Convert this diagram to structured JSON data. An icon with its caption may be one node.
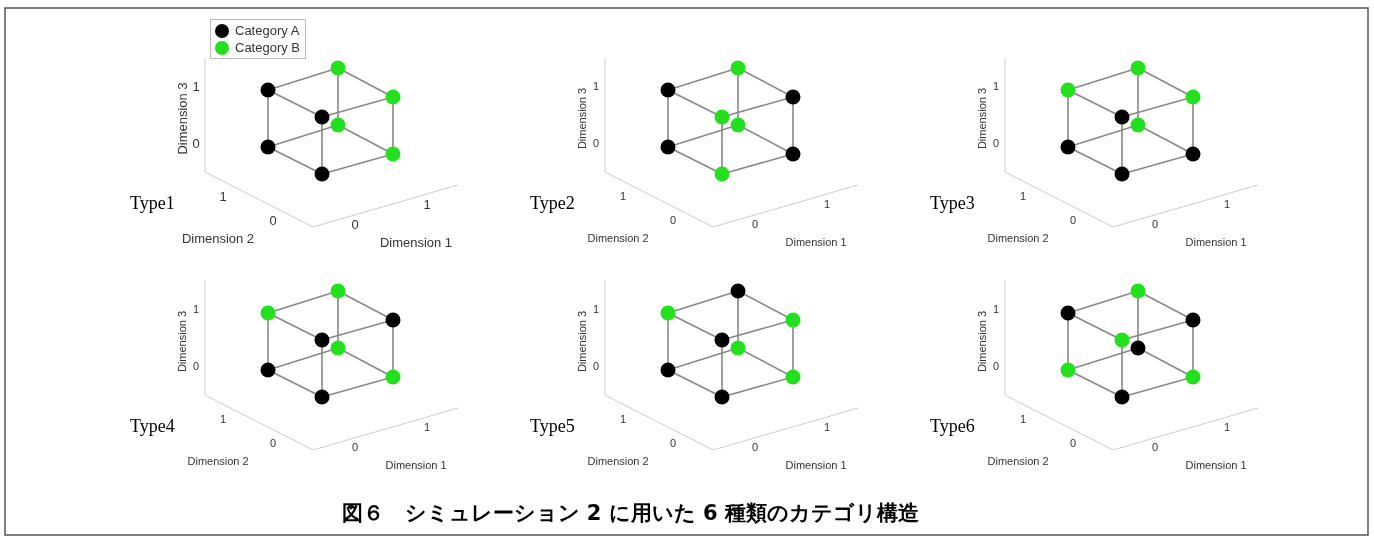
{
  "diagram": {
    "caption": "図６　シミュレーション 2 に用いた 6 種類のカテゴリ構造",
    "labels": [
      "Dimension 3",
      "1",
      "0",
      "Type1",
      "1",
      "0",
      "Dimension 2",
      "0",
      "1",
      "Dimension 1",
      "Dimension 3",
      "1",
      "0",
      "Type2",
      "1",
      "0",
      "Dimension 2",
      "0",
      "1",
      "Dimension 1",
      "Dimension 3",
      "1",
      "0",
      "Type3",
      "1",
      "0",
      "Dimension 2",
      "0",
      "1",
      "Dimension 1",
      "Dimension 3",
      "1",
      "0",
      "Type4",
      "1",
      "0",
      "Dimension 2",
      "0",
      "1",
      "Dimension 1",
      "Dimension 3",
      "1",
      "0",
      "Type5",
      "1",
      "0",
      "Dimension 2",
      "0",
      "1",
      "Dimension 1",
      "Dimension 3",
      "1",
      "0",
      "Type6",
      "1",
      "0",
      "Dimension 2",
      "0",
      "1",
      "Dimension 1"
    ],
    "legend": [
      {
        "text": "Category A",
        "color": "#000000"
      },
      {
        "text": "Category B",
        "color": "#22e01e"
      }
    ]
  }
}
